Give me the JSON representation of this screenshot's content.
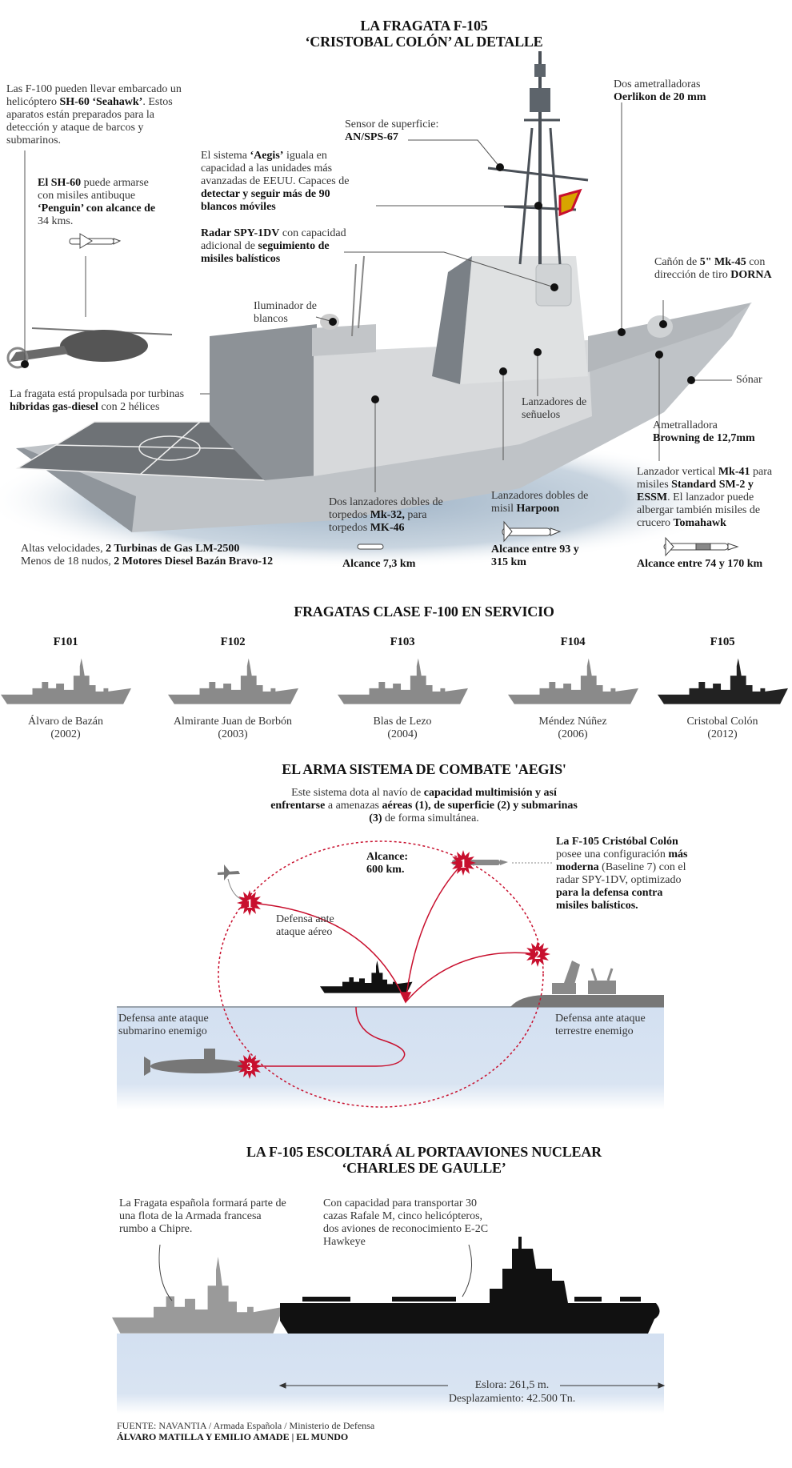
{
  "header": {
    "title_line1": "LA FRAGATA F-105",
    "title_line2": "‘CRISTOBAL COLÓN’ AL DETALLE"
  },
  "annotations": {
    "sh60_intro": [
      "Las F-100 pueden llevar embarcado un helicóptero ",
      "SH-60 ‘Seahawk’",
      ". Estos aparatos están preparados para la detección y ataque de barcos y submarinos."
    ],
    "sh60_arm": [
      "El SH-60",
      " puede armarse con misiles antibuque ",
      "‘Penguin’ con alcance de",
      " 34 kms."
    ],
    "sensor": [
      "Sensor de superficie:",
      "AN/SPS-67"
    ],
    "aegis": [
      "El sistema ",
      "‘Aegis’",
      " iguala en capacidad a las unidades más avanzadas de EEUU. Capaces de ",
      "detectar y seguir más de 90 blancos móviles"
    ],
    "radar": [
      "Radar SPY-1DV",
      " con capacidad adicional de ",
      "seguimiento de misiles balísticos"
    ],
    "oerlikon": [
      "Dos ametralladoras",
      "Oerlikon de 20 mm"
    ],
    "canon": [
      "Cañón de ",
      "5\" Mk-45",
      " con dirección de tiro ",
      "DORNA"
    ],
    "iluminador": "Iluminador de blancos",
    "propulsion": [
      "La fragata está propulsada por turbinas ",
      "híbridas gas-diesel",
      " con 2 hélices"
    ],
    "sonar": "Sónar",
    "senuelos": "Lanzadores de señuelos",
    "browning": [
      "Ametralladora",
      "Browning de 12,7mm"
    ],
    "mk41": [
      "Lanzador vertical ",
      "Mk-41",
      " para misiles ",
      "Standard SM-2 y ESSM",
      ". El lanzador puede albergar también misiles de crucero ",
      "Tomahawk"
    ],
    "mk41_range": "Alcance entre 74 y 170 km",
    "torpedos": [
      "Dos lanzadores dobles de torpedos ",
      "Mk-32,",
      " para torpedos ",
      "MK-46"
    ],
    "torpedos_range": "Alcance 7,3 km",
    "harpoon": [
      "Lanzadores dobles de  misil ",
      "Harpoon"
    ],
    "harpoon_range": "Alcance entre 93 y 315 km",
    "speed": [
      "Altas velocidades, ",
      "2 Turbinas de Gas LM-2500",
      "Menos de 18 nudos, ",
      "2 Motores Diesel Bazán Bravo-12"
    ]
  },
  "fleet": {
    "title": "FRAGATAS CLASE F-100 EN SERVICIO",
    "ships": [
      {
        "code": "F101",
        "name": "Álvaro de Bazán",
        "year": "(2002)",
        "color": "#8a8a8a"
      },
      {
        "code": "F102",
        "name": "Almirante Juan de Borbón",
        "year": "(2003)",
        "color": "#8a8a8a"
      },
      {
        "code": "F103",
        "name": "Blas de Lezo",
        "year": "(2004)",
        "color": "#8a8a8a"
      },
      {
        "code": "F104",
        "name": "Méndez Núñez",
        "year": "(2006)",
        "color": "#8a8a8a"
      },
      {
        "code": "F105",
        "name": "Cristobal Colón",
        "year": "(2012)",
        "color": "#222222"
      }
    ]
  },
  "aegis": {
    "title": "EL ARMA SISTEMA DE COMBATE 'AEGIS'",
    "intro": [
      "Este sistema dota al navío de ",
      "capacidad multimisión y así enfrentarse",
      " a amenazas ",
      "aéreas (1), de superficie (2) y submarinas (3)",
      " de forma simultánea."
    ],
    "range": [
      "Alcance:",
      "600 km."
    ],
    "f105_note": [
      "La F-105 Cristóbal Colón",
      " posee una configuración ",
      "más moderna",
      " (Baseline 7) con el radar SPY-1DV, optimizado ",
      "para la defensa contra misiles balísticos."
    ],
    "air": "Defensa ante ataque aéreo",
    "sub": "Defensa ante ataque submarino enemigo",
    "land": "Defensa ante ataque terrestre enemigo",
    "markers": [
      "1",
      "1",
      "2",
      "3"
    ],
    "red": "#c8102e",
    "water": "#d3e0f1"
  },
  "escort": {
    "title_line1": "LA F-105 ESCOLTARÁ AL PORTAAVIONES NUCLEAR",
    "title_line2": "‘CHARLES DE GAULLE’",
    "frigate_note": "La Fragata española formará parte de una flota de la Armada francesa rumbo a Chipre.",
    "carrier_note": "Con capacidad para transportar 30 cazas Rafale M, cinco helicópteros, dos aviones de reconocimiento E-2C Hawkeye",
    "length": "Eslora: 261,5 m.",
    "displacement": "Desplazamiento: 42.500 Tn."
  },
  "footer": {
    "source": "FUENTE: NAVANTIA / Armada Española / Ministerio de Defensa",
    "credit": "ÁLVARO MATILLA Y EMILIO AMADE | EL MUNDO"
  }
}
